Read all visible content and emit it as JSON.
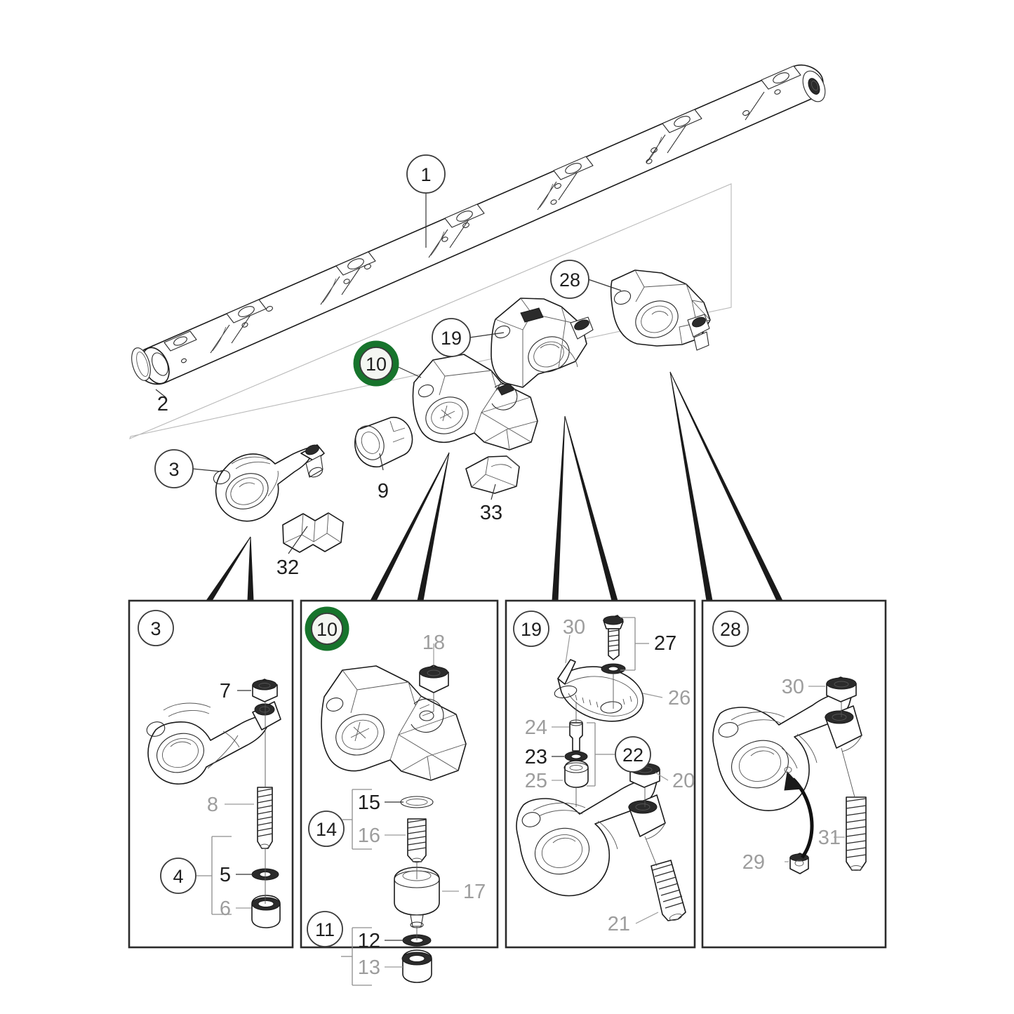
{
  "diagram": {
    "title": "Rocker arm and rocker shaft assembly exploded parts diagram",
    "highlight_color": "#17742c",
    "highlighted_part": "10",
    "line_color": "#1a1a1a",
    "grey_label_color": "#9d9d9d"
  },
  "main_view": {
    "callouts": [
      {
        "id": "c1",
        "label": "1",
        "type": "balloon",
        "highlight": false
      },
      {
        "id": "c2",
        "label": "2",
        "type": "plain",
        "highlight": false
      },
      {
        "id": "c3",
        "label": "3",
        "type": "balloon",
        "highlight": false
      },
      {
        "id": "c9",
        "label": "9",
        "type": "plain",
        "highlight": false
      },
      {
        "id": "c10",
        "label": "10",
        "type": "balloon",
        "highlight": true
      },
      {
        "id": "c19",
        "label": "19",
        "type": "balloon",
        "highlight": false
      },
      {
        "id": "c28",
        "label": "28",
        "type": "balloon",
        "highlight": false
      },
      {
        "id": "c32",
        "label": "32",
        "type": "plain",
        "highlight": false
      },
      {
        "id": "c33",
        "label": "33",
        "type": "plain",
        "highlight": false
      }
    ]
  },
  "panels": [
    {
      "key": "panel-3",
      "badge": "3",
      "highlight": false,
      "labels": [
        {
          "label": "7",
          "grey": false
        },
        {
          "label": "8",
          "grey": true
        },
        {
          "label": "5",
          "grey": false
        },
        {
          "label": "6",
          "grey": true
        }
      ],
      "group_badges": [
        {
          "label": "4",
          "members": [
            "5",
            "6"
          ]
        }
      ]
    },
    {
      "key": "panel-10",
      "badge": "10",
      "highlight": true,
      "labels": [
        {
          "label": "18",
          "grey": true
        },
        {
          "label": "15",
          "grey": false
        },
        {
          "label": "16",
          "grey": true
        },
        {
          "label": "17",
          "grey": true
        },
        {
          "label": "12",
          "grey": false
        },
        {
          "label": "13",
          "grey": true
        }
      ],
      "group_badges": [
        {
          "label": "14",
          "members": [
            "15",
            "16"
          ]
        },
        {
          "label": "11",
          "members": [
            "12",
            "13"
          ]
        }
      ]
    },
    {
      "key": "panel-19",
      "badge": "19",
      "highlight": false,
      "labels": [
        {
          "label": "30",
          "grey": true
        },
        {
          "label": "27",
          "grey": false
        },
        {
          "label": "26",
          "grey": true
        },
        {
          "label": "24",
          "grey": true
        },
        {
          "label": "23",
          "grey": false
        },
        {
          "label": "25",
          "grey": true
        },
        {
          "label": "20",
          "grey": true
        },
        {
          "label": "21",
          "grey": true
        }
      ],
      "group_badges": [
        {
          "label": "22",
          "members": [
            "24",
            "23",
            "25"
          ]
        }
      ]
    },
    {
      "key": "panel-28",
      "badge": "28",
      "highlight": false,
      "labels": [
        {
          "label": "30",
          "grey": true
        },
        {
          "label": "29",
          "grey": true
        },
        {
          "label": "31",
          "grey": true
        }
      ],
      "group_badges": []
    }
  ]
}
